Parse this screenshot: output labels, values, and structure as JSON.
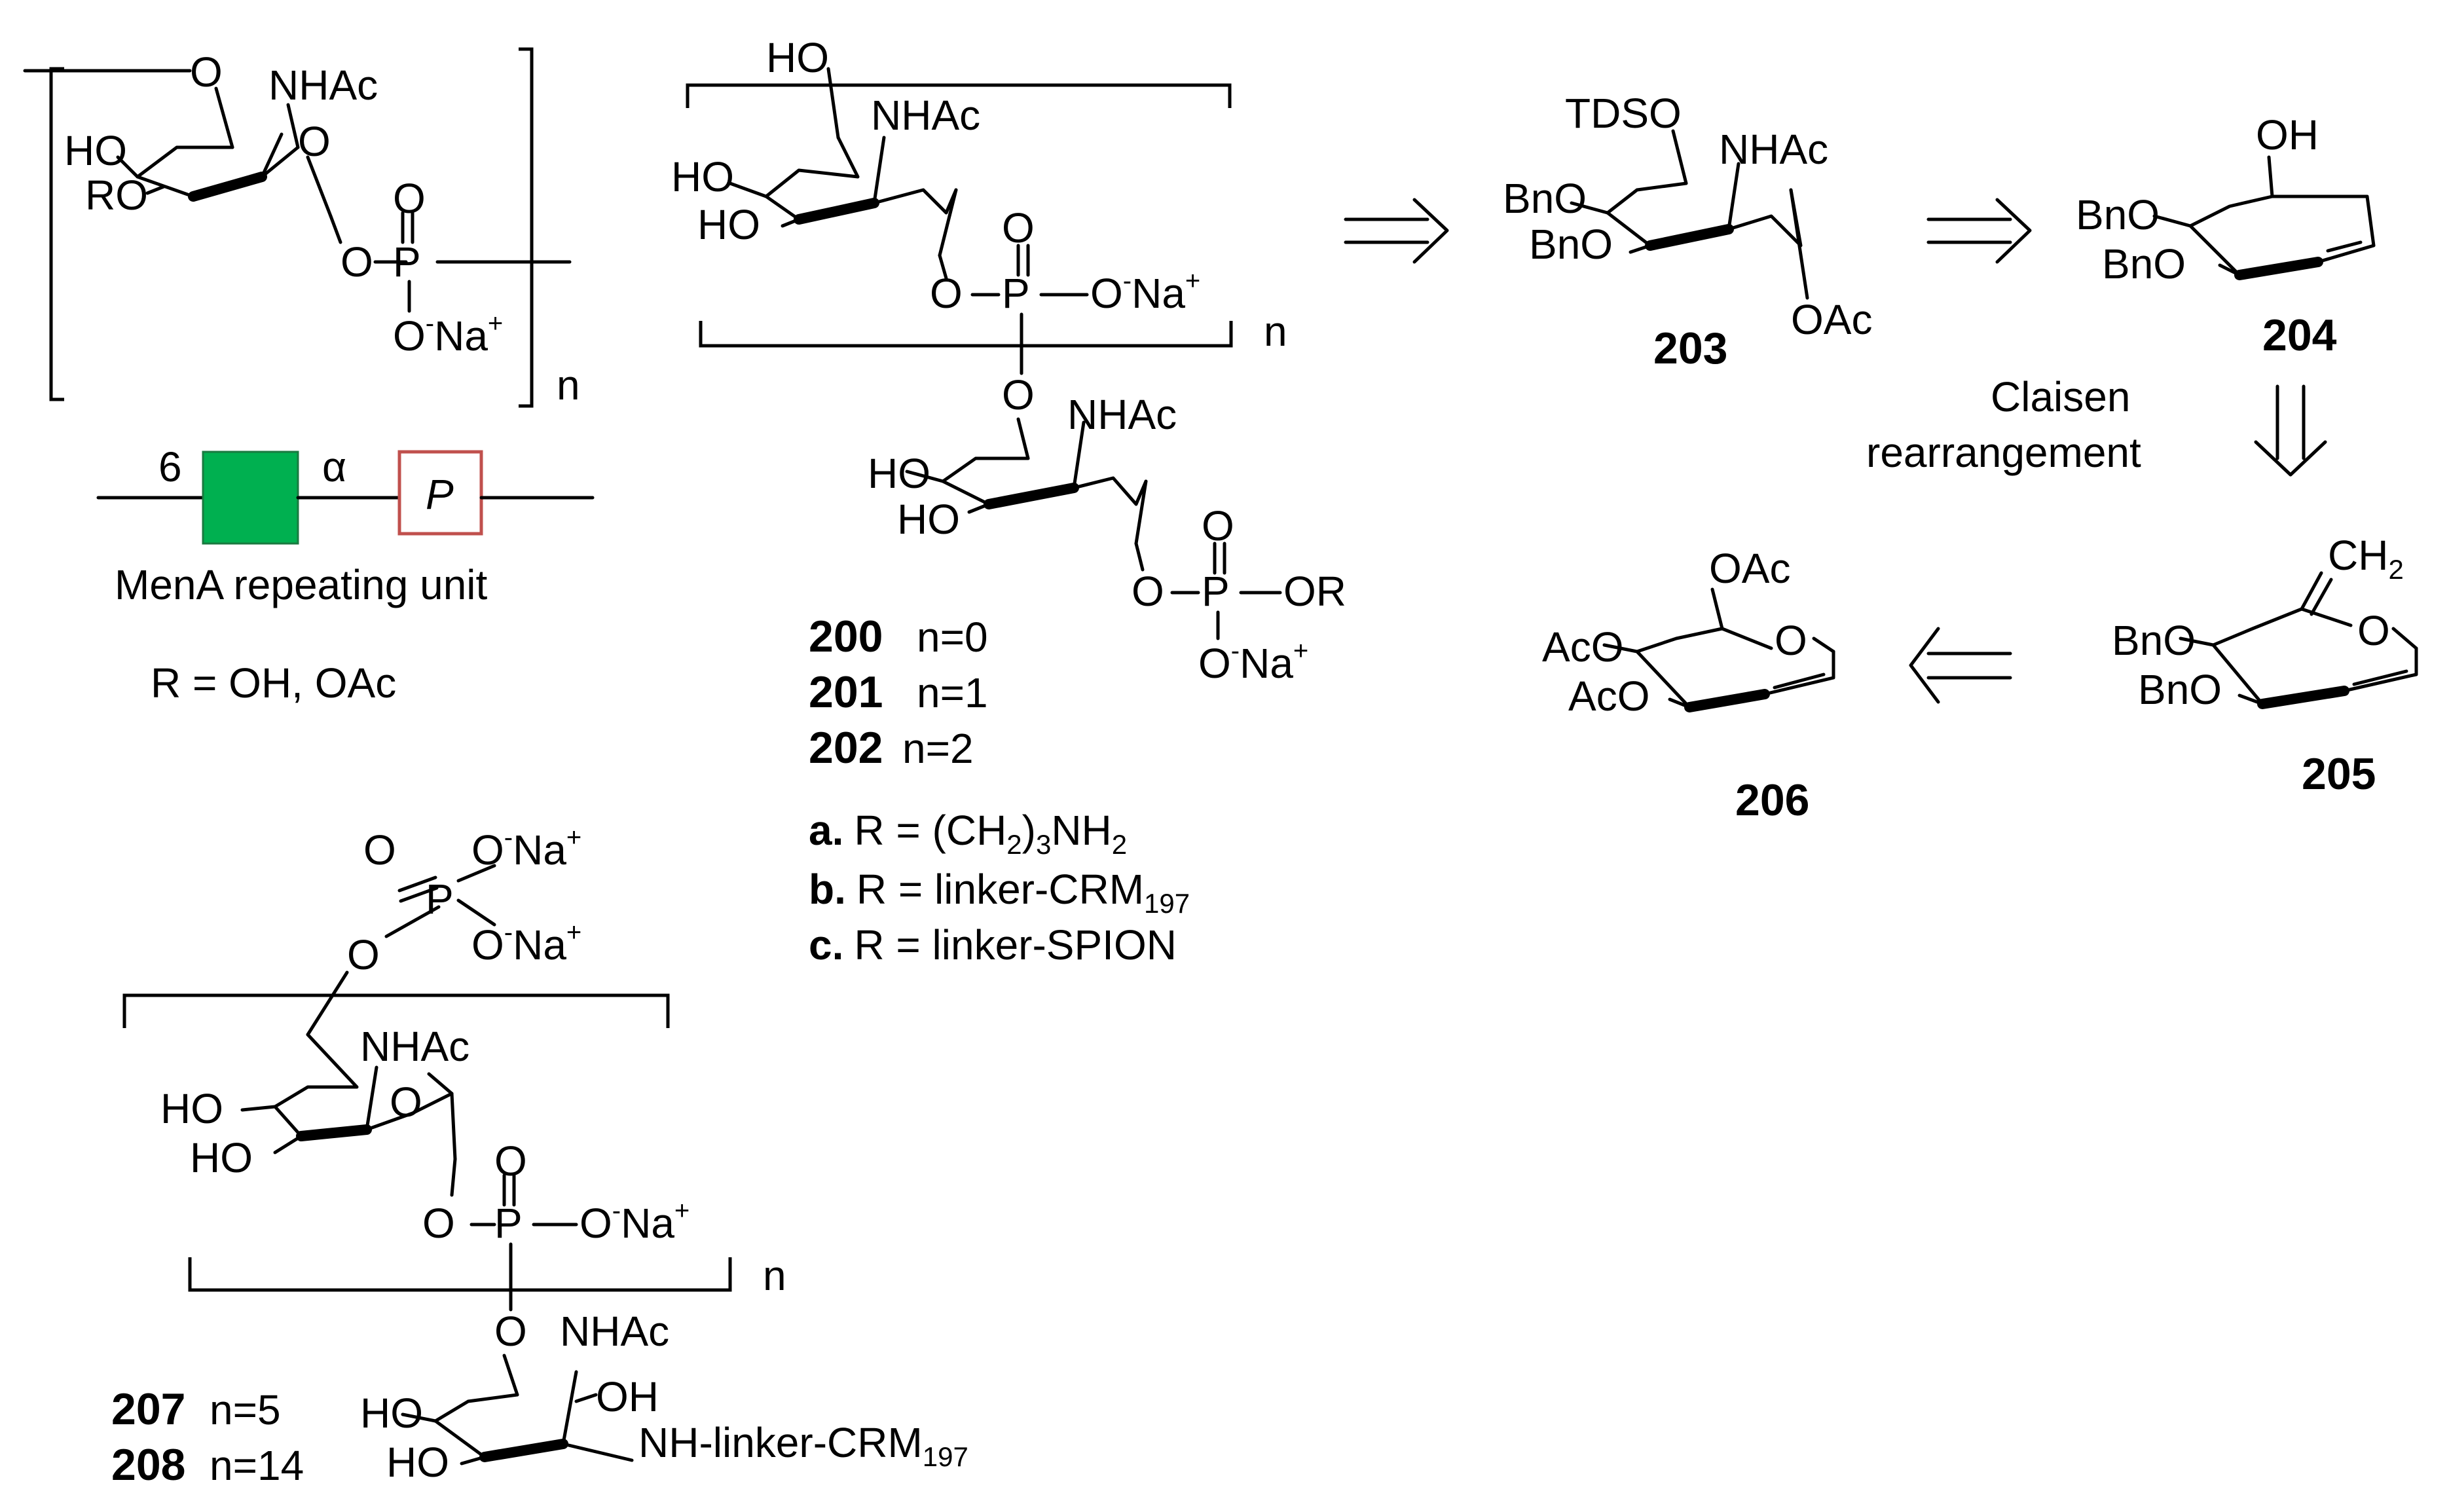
{
  "colors": {
    "sugar_square": "#00b050",
    "phosphate_box": "#c0504d",
    "ink": "#000000"
  },
  "menA_polymer": {
    "atoms": {
      "o6": "O",
      "nhac": "NHAc",
      "ho": "HO",
      "ring_o": "O",
      "ro": "RO",
      "o1": "O",
      "p": "P",
      "p_eq_o": "O",
      "ona": "O",
      "ona_sup": "-",
      "na": "Na",
      "na_sup": "+"
    },
    "repeat_n": "n"
  },
  "repeating_unit": {
    "six": "6",
    "alpha": "α",
    "p_letter": "P",
    "caption": "MenA repeating unit",
    "r_def": "R = OH, OAc"
  },
  "cmpd_200_202": {
    "atoms": {
      "ho6": "HO",
      "nhac": "NHAc",
      "ho4": "HO",
      "ho3": "HO",
      "o1": "O",
      "p": "P",
      "p_eq_o": "O",
      "ona": "O",
      "ona_sup": "-",
      "na": "Na",
      "na_sup": "+",
      "o6b": "O",
      "nhac_b": "NHAc",
      "ho4b": "HO",
      "ho3b": "HO",
      "o1b": "O",
      "pb": "P",
      "pb_eq_o": "O",
      "or": "OR",
      "onab": "O",
      "onab_sup": "-",
      "nab": "Na",
      "nab_sup": "+"
    },
    "repeat_n": "n",
    "entries": [
      {
        "id": "200",
        "n": "n=0"
      },
      {
        "id": "201",
        "n": "n=1"
      },
      {
        "id": "202",
        "n": "n=2"
      }
    ],
    "r_defs": [
      {
        "key": "a.",
        "pre": "R = (CH",
        "sub1": "2",
        "mid": ")",
        "sub2": "3",
        "post": "NH",
        "sub3": "2"
      },
      {
        "key": "b.",
        "pre": "R = linker-CRM",
        "sub1": "197"
      },
      {
        "key": "c.",
        "pre": "R = linker-SPION"
      }
    ]
  },
  "cmpd_203": {
    "id": "203",
    "atoms": {
      "tdso": "TDSO",
      "nhac": "NHAc",
      "bno4": "BnO",
      "bno3": "BnO",
      "oac": "OAc"
    }
  },
  "cmpd_204": {
    "id": "204",
    "atoms": {
      "oh": "OH",
      "bno4": "BnO",
      "bno3": "BnO"
    }
  },
  "cmpd_205": {
    "id": "205",
    "atoms": {
      "ch2": "CH",
      "ch2_sub": "2",
      "ring_o": "O",
      "bno4": "BnO",
      "bno3": "BnO"
    }
  },
  "cmpd_206": {
    "id": "206",
    "atoms": {
      "oac6": "OAc",
      "ring_o": "O",
      "aco4": "AcO",
      "aco3": "AcO"
    }
  },
  "claisen": {
    "line1": "Claisen",
    "line2": "rearrangement"
  },
  "cmpd_207_208": {
    "atoms": {
      "p_top_o": "O",
      "ona1": "O",
      "ona1_sup": "-",
      "na1": "Na",
      "na1_sup": "+",
      "p_top": "P",
      "ona2": "O",
      "ona2_sup": "-",
      "na2": "Na",
      "na2_sup": "+",
      "o6": "O",
      "nhac": "NHAc",
      "ho4": "HO",
      "ring_o": "O",
      "ho3": "HO",
      "p_mid_o": "O",
      "o1": "O",
      "p_mid": "P",
      "ona3": "O",
      "ona3_sup": "-",
      "na3": "Na",
      "na3_sup": "+",
      "o_link": "O",
      "nhac_b": "NHAc",
      "oh": "OH",
      "ho4b": "HO",
      "ho3b": "HO",
      "nh_linker": "NH-linker-CRM",
      "nh_linker_sub": "197"
    },
    "repeat_n": "n",
    "entries": [
      {
        "id": "207",
        "n": "n=5"
      },
      {
        "id": "208",
        "n": "n=14"
      }
    ]
  }
}
